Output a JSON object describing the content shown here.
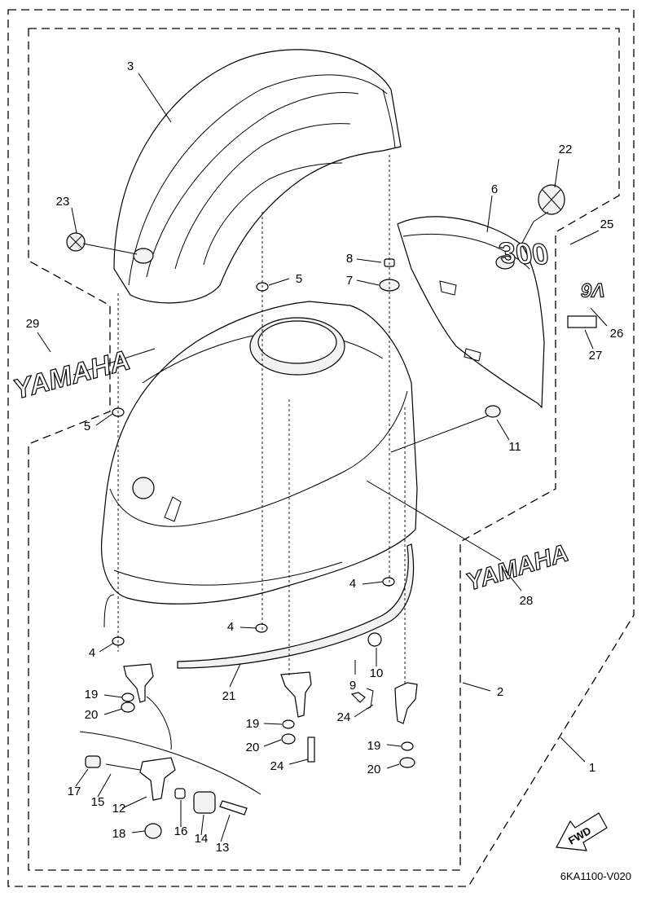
{
  "diagram_code": "6KA1100-V020",
  "fwd_label": "FWD",
  "brand_decal": "YAMAHA",
  "side_decal": "YAMAHA",
  "model_decal": "300",
  "v6_decal": "V6",
  "callouts": {
    "c1": "1",
    "c2": "2",
    "c3": "3",
    "c4a": "4",
    "c4b": "4",
    "c4c": "4",
    "c5a": "5",
    "c5b": "5",
    "c6": "6",
    "c7": "7",
    "c8": "8",
    "c9": "9",
    "c10": "10",
    "c11": "11",
    "c12": "12",
    "c13": "13",
    "c14": "14",
    "c15": "15",
    "c16": "16",
    "c17": "17",
    "c18": "18",
    "c19a": "19",
    "c19b": "19",
    "c19c": "19",
    "c20a": "20",
    "c20b": "20",
    "c20c": "20",
    "c21": "21",
    "c22": "22",
    "c23": "23",
    "c24a": "24",
    "c24b": "24",
    "c25": "25",
    "c26": "26",
    "c27": "27",
    "c28": "28",
    "c29": "29"
  }
}
